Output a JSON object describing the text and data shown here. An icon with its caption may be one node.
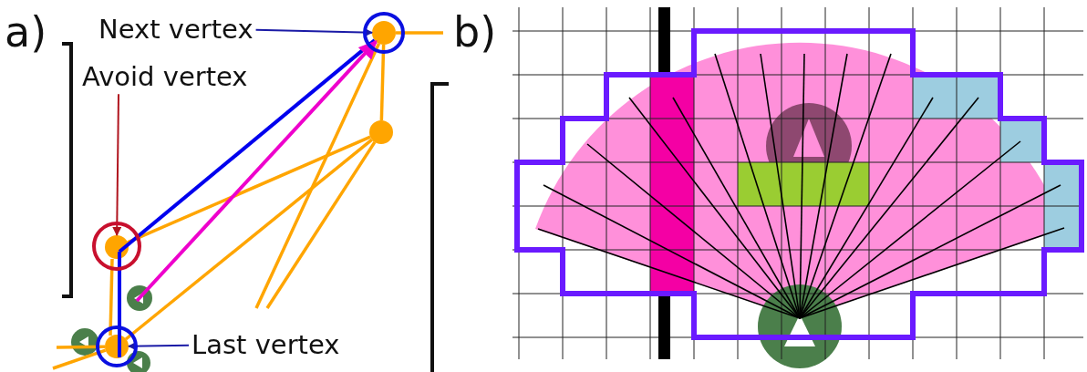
{
  "diagram": {
    "nodes": [
      {
        "text": [
          "Next vertex"
        ]
      },
      {
        "text": [
          "Avoid vertex"
        ]
      },
      {
        "text": [
          "Last vertex"
        ]
      },
      {
        "text": [],
        "shape": "circle"
      },
      {
        "text": [],
        "shape": "circle"
      },
      {
        "text": [],
        "shape": "circle"
      },
      {
        "text": [],
        "shape": "circle"
      }
    ],
    "edges": [
      {
        "from": 0,
        "to": 3,
        "arrow": "to",
        "color": "#1a1aa6"
      },
      {
        "from": 1,
        "to": 5,
        "arrow": "to",
        "color": "#b0141e"
      },
      {
        "from": 2,
        "to": 6,
        "arrow": "to",
        "color": "#1a1aa6"
      },
      {
        "from": 3,
        "to": 4,
        "arrow": "none"
      },
      {
        "from": 5,
        "to": 4,
        "arrow": "none"
      },
      {
        "from": 6,
        "to": 4,
        "arrow": "none"
      },
      {
        "from": 6,
        "to": 5,
        "arrow": "none"
      },
      {
        "from": null,
        "to": 3,
        "arrow": "none"
      },
      {
        "from": null,
        "to": 4,
        "arrow": "none"
      },
      {
        "from": 3,
        "to": null,
        "arrow": "none"
      },
      {
        "from": null,
        "to": 6,
        "arrow": "none"
      },
      {
        "from": null,
        "to": 6,
        "arrow": "none"
      },
      {
        "from": 6,
        "to": 5,
        "arrow": "none",
        "color": "#0000ee"
      },
      {
        "from": 5,
        "to": 3,
        "arrow": "none",
        "color": "#0000ee"
      },
      {
        "from": null,
        "to": 3,
        "arrow": "to",
        "color": "#ee00cc"
      }
    ],
    "labels": [
      "a)",
      "b)"
    ]
  }
}
